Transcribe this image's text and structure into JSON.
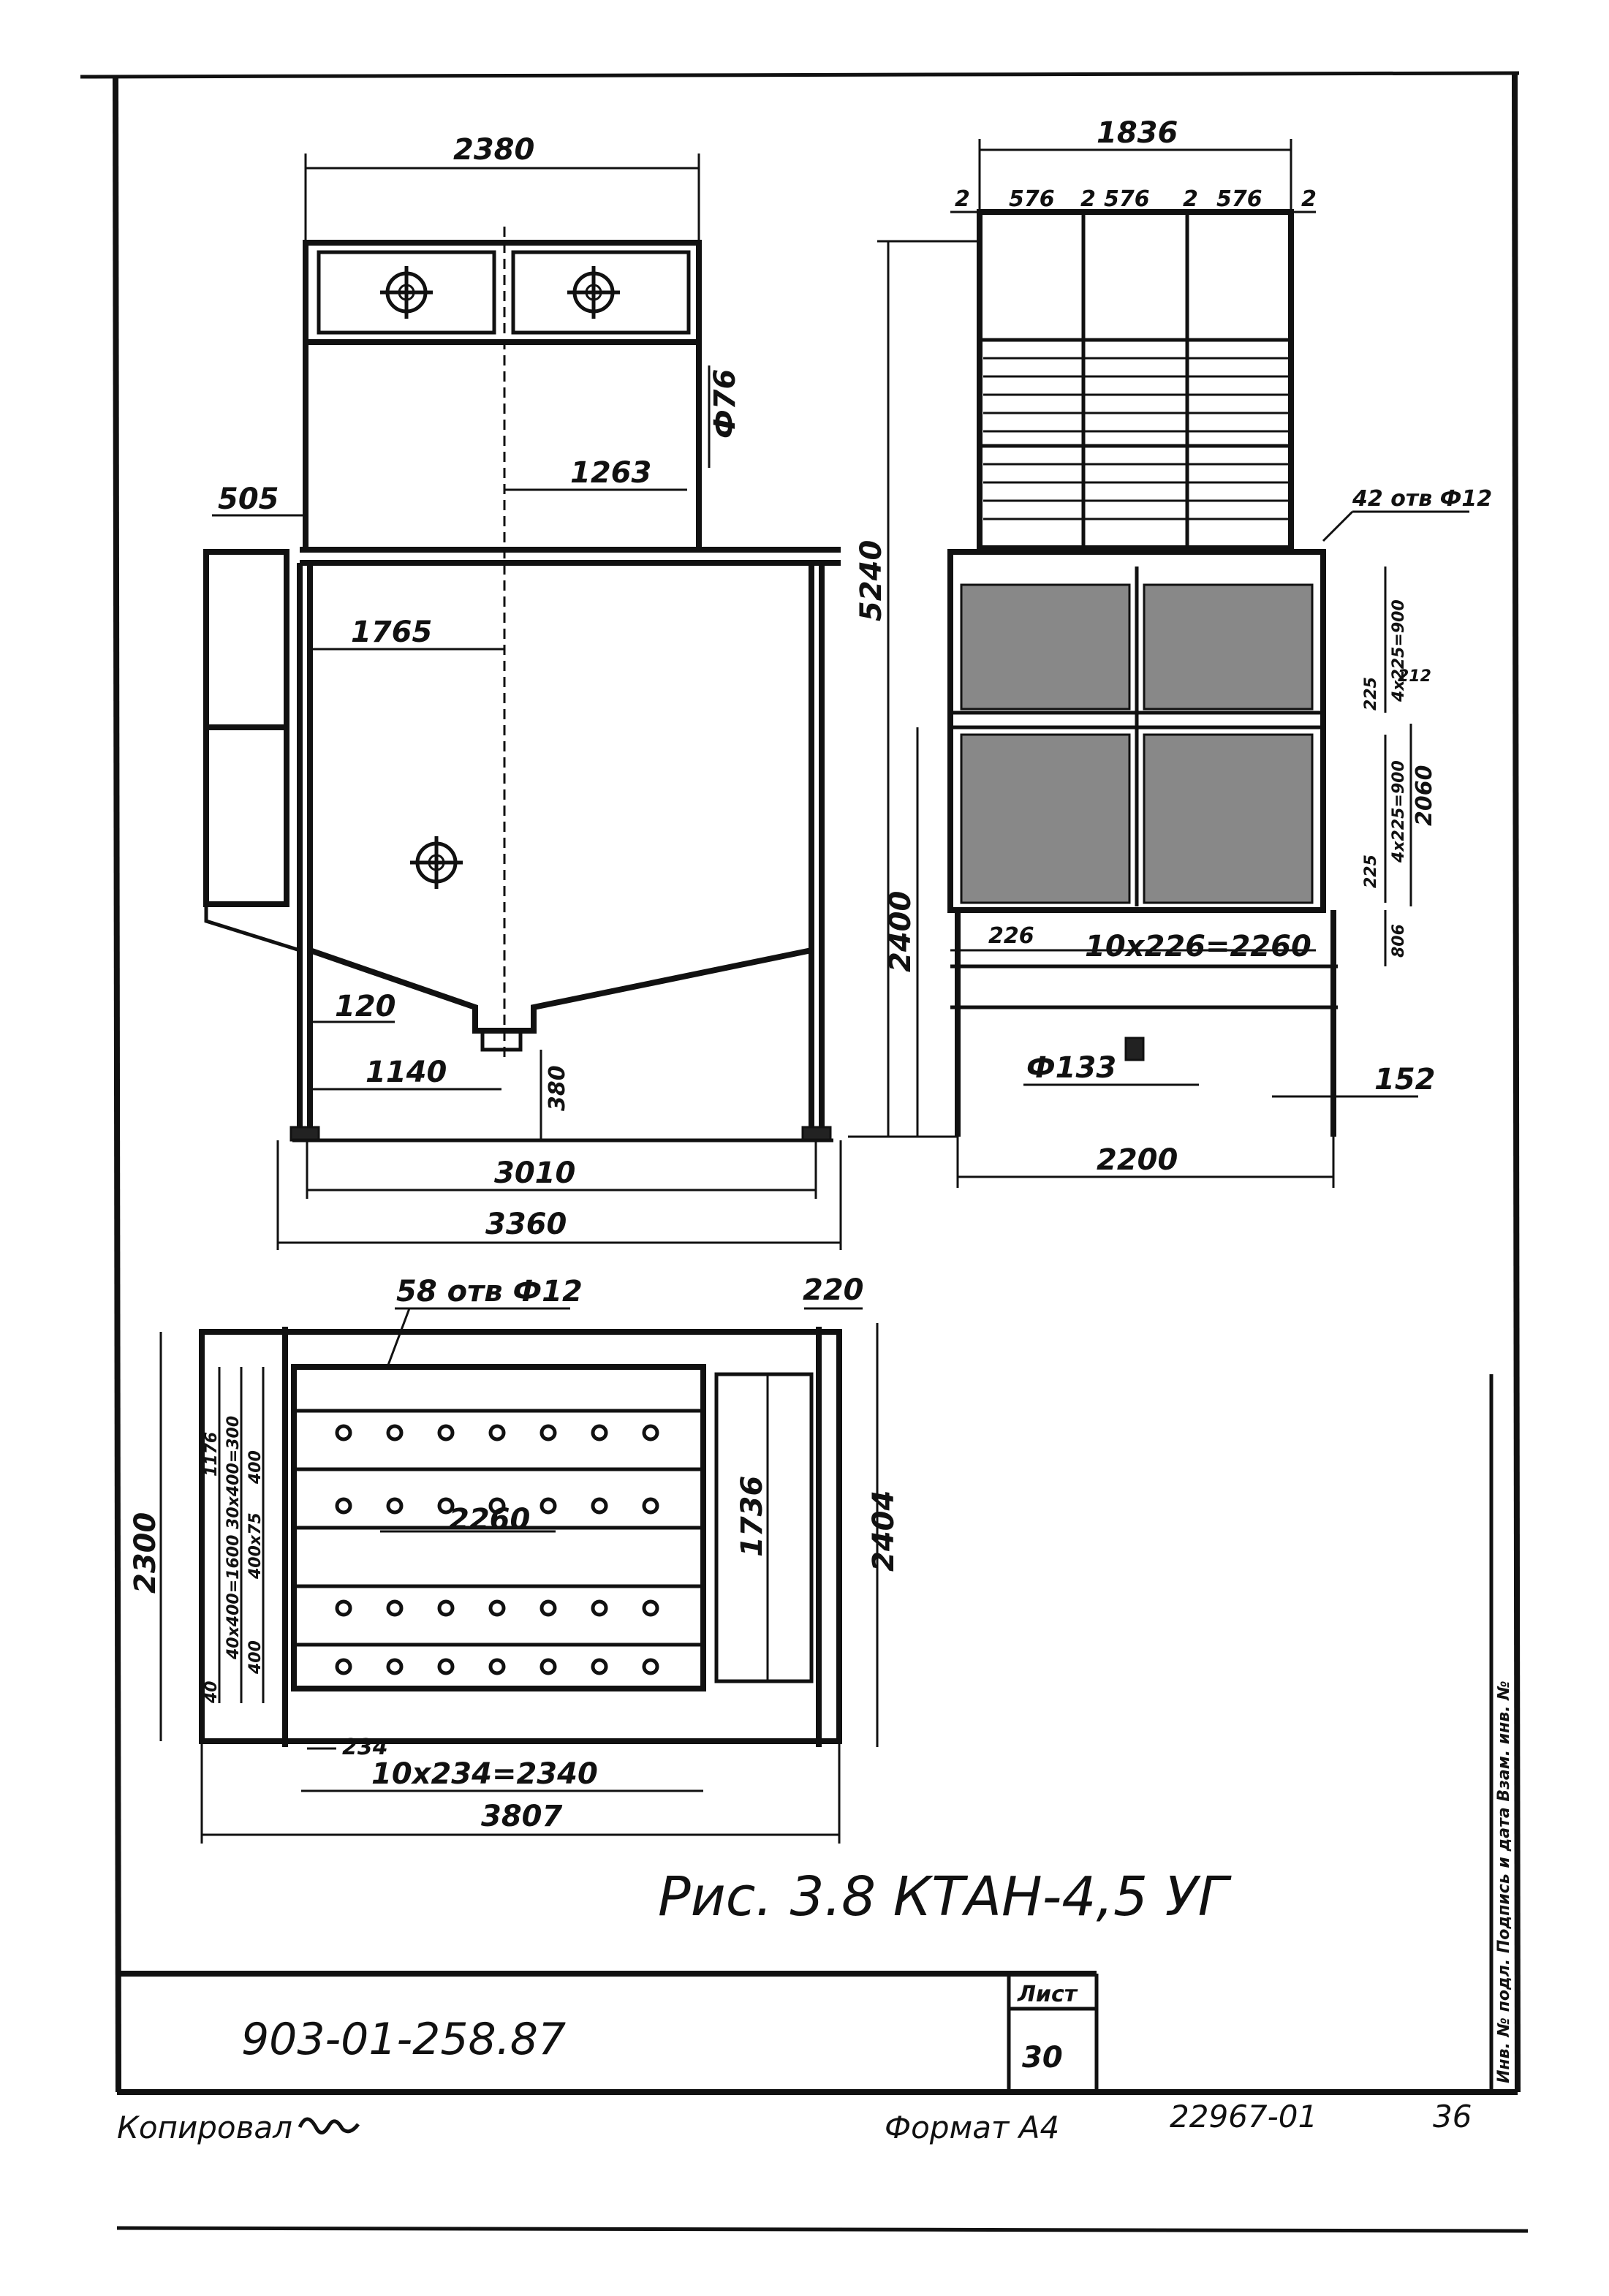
{
  "caption": "Рис. 3.8 КТАН-4,5 УГ",
  "title_block": {
    "document_code": "903-01-258.87",
    "sheet_label": "Лист",
    "sheet_number": "30"
  },
  "footer": {
    "copied_by": "Копировал",
    "format": "Формат А4",
    "archive_number": "22967-01",
    "page": "36"
  },
  "side_stamp": "Инв. № подл. Подпись и дата Взам. инв. №",
  "front_view": {
    "overall_top_width": "2380",
    "inlet_height": "1263",
    "diameter": "Ф76",
    "side_offset": "505",
    "center_offset": "1765",
    "leg_offset": "120",
    "outlet_offset": "1140",
    "outlet_height": "380",
    "legs_span": "3010",
    "overall_width": "3360"
  },
  "side_view": {
    "overall_width": "1836",
    "pitch_small": "2",
    "pitch": "576",
    "holes": "42 отв Ф12",
    "total_height": "5240",
    "section_height_label": "4х225=900",
    "gap": "212",
    "section_total": "2060",
    "module": "225",
    "lower_section_label": "4х225=900",
    "base_height": "806",
    "support_height": "2400",
    "pitch_note": "226",
    "row_label": "10х226=2260",
    "pipe_diameter": "Ф133",
    "foot_size": "152",
    "base_width": "2200",
    "pitch_dims": [
      "2",
      "576",
      "2",
      "576",
      "2",
      "576",
      "2"
    ],
    "small_dims": [
      "225",
      "225"
    ]
  },
  "plan_view": {
    "holes": "58 отв Ф12",
    "right_offset": "220",
    "overall_depth": "2300",
    "inner_width": "2260",
    "inner_depth": "1736",
    "right_depth": "2404",
    "pitch_note": "234",
    "row_label": "10х234=2340",
    "overall_length": "3807",
    "left_chain": "1176",
    "left_chain_a": "400",
    "left_chain_b": "400х75",
    "left_chain_c": "400",
    "left_chain_d": "40",
    "left_chain_long": "40х400=1600 30х400=300"
  }
}
